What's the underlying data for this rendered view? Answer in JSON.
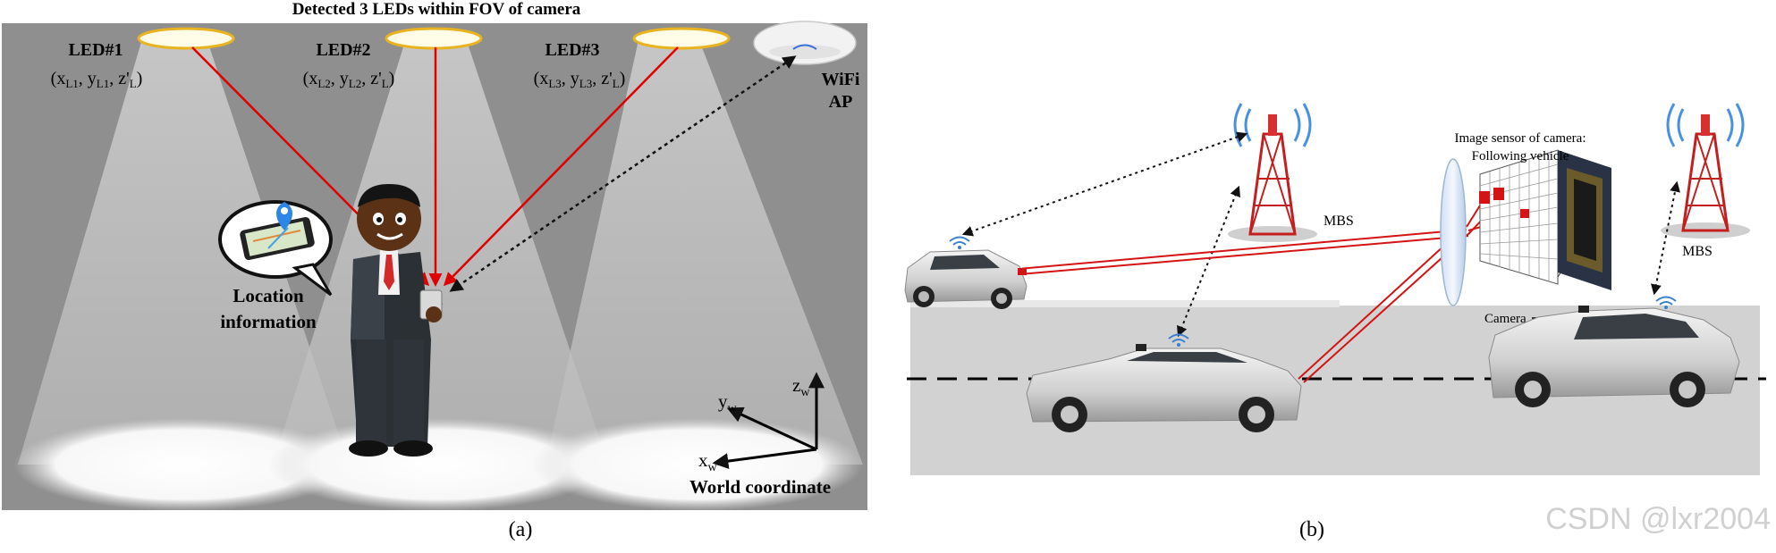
{
  "panel_a": {
    "title": "Detected 3 LEDs within FOV of camera",
    "leds": [
      {
        "label": "LED#1",
        "coord_x": "x",
        "coord_x_sub": "L1",
        "coord_y": "y",
        "coord_y_sub": "L1",
        "coord_z": "z'",
        "coord_z_sub": "L"
      },
      {
        "label": "LED#2",
        "coord_x": "x",
        "coord_x_sub": "L2",
        "coord_y": "y",
        "coord_y_sub": "L2",
        "coord_z": "z'",
        "coord_z_sub": "L"
      },
      {
        "label": "LED#3",
        "coord_x": "x",
        "coord_x_sub": "L3",
        "coord_y": "y",
        "coord_y_sub": "L3",
        "coord_z": "z'",
        "coord_z_sub": "L"
      }
    ],
    "wifi_label_line1": "WiFi",
    "wifi_label_line2": "AP",
    "location_line1": "Location",
    "location_line2": "information",
    "axis_z": "z",
    "axis_z_sub": "w",
    "axis_y": "y",
    "axis_y_sub": "w",
    "axis_x": "x",
    "axis_x_sub": "w",
    "world_coordinate": "World coordinate",
    "caption": "(a)"
  },
  "panel_b": {
    "mbs_left": "MBS",
    "mbs_right": "MBS",
    "sensor_line1": "Image sensor of camera:",
    "sensor_line2": "Following vehicle",
    "camera_label": "Camera",
    "caption": "(b)"
  },
  "watermark": "CSDN @lxr2004",
  "colors": {
    "room_bg": "#8f8f8f",
    "beam": "#b8b8b8",
    "led_ring": "#e8b320",
    "red_line": "#e00000",
    "road": "#d2d2d2"
  }
}
